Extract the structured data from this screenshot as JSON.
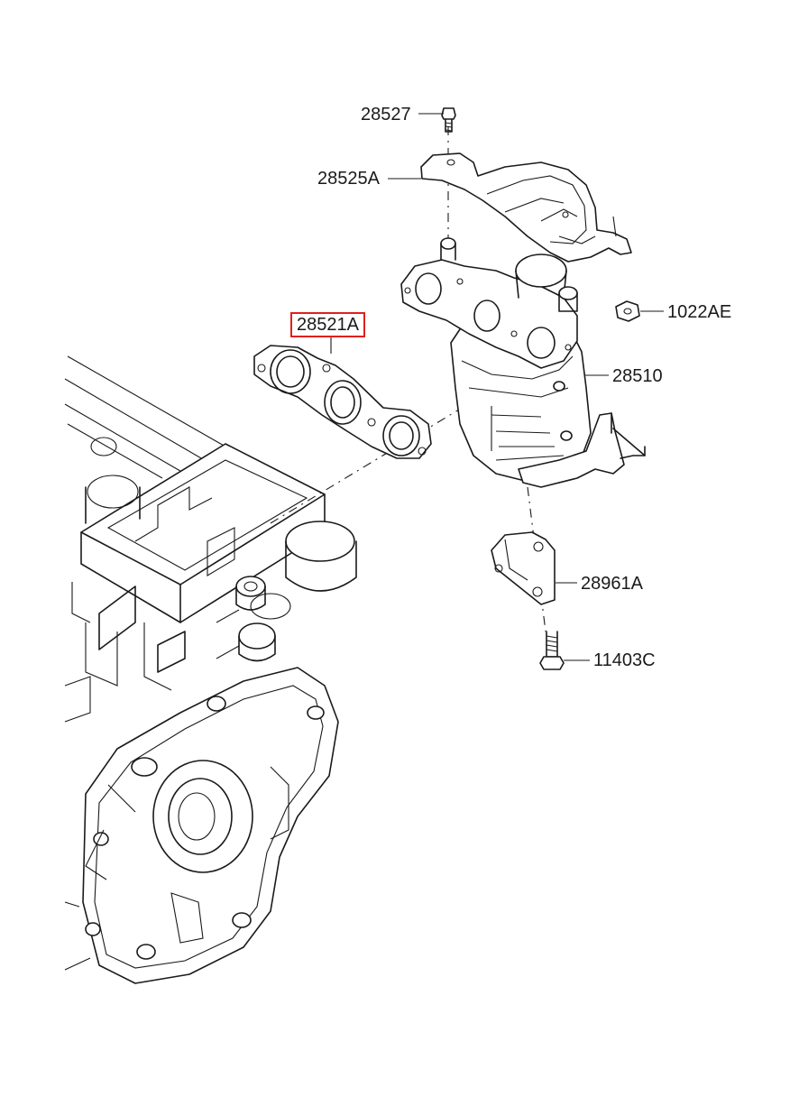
{
  "diagram": {
    "colors": {
      "line": "#1a1a1a",
      "highlight": "#e0201c",
      "background": "#ffffff"
    },
    "highlighted_part": "28521A",
    "parts": [
      {
        "id": "28527",
        "label": "28527"
      },
      {
        "id": "28525A",
        "label": "28525A"
      },
      {
        "id": "28521A",
        "label": "28521A"
      },
      {
        "id": "1022AE",
        "label": "1022AE"
      },
      {
        "id": "28510",
        "label": "28510"
      },
      {
        "id": "28961A",
        "label": "28961A"
      },
      {
        "id": "11403C",
        "label": "11403C"
      }
    ]
  }
}
